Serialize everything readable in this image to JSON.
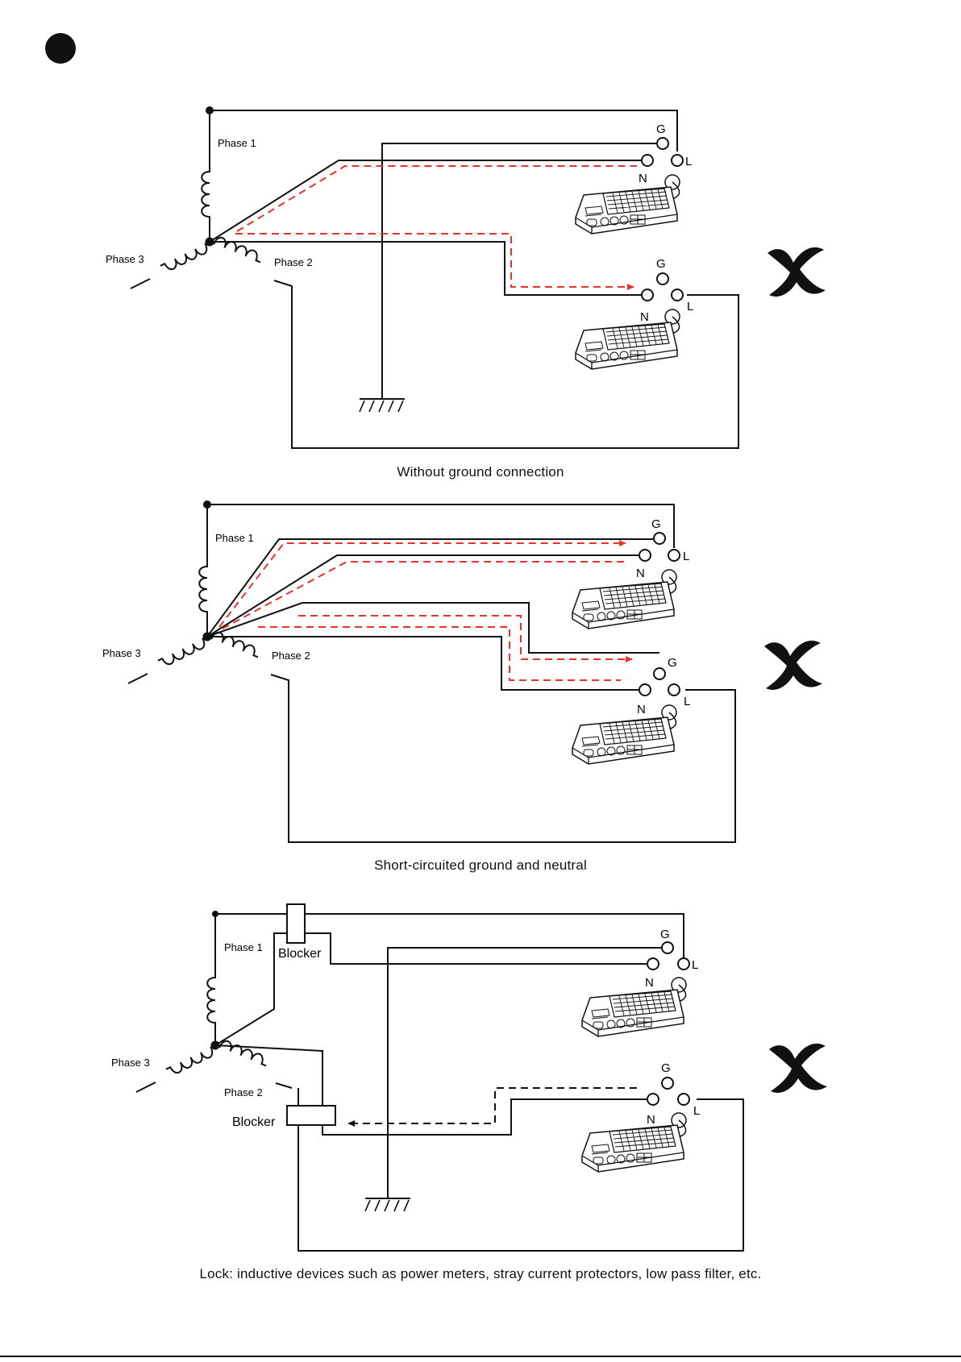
{
  "diagrams": [
    {
      "caption": "Without ground connection",
      "phase_labels": [
        "Phase 1",
        "Phase 2",
        "Phase 3"
      ],
      "socket_labels": {
        "ground": "G",
        "neutral": "N",
        "live": "L"
      },
      "status": "cross-mark-icon"
    },
    {
      "caption": "Short-circuited ground and neutral",
      "phase_labels": [
        "Phase 1",
        "Phase 2",
        "Phase 3"
      ],
      "socket_labels": {
        "ground": "G",
        "neutral": "N",
        "live": "L"
      },
      "status": "cross-mark-icon"
    },
    {
      "caption": "Lock: inductive devices such as power meters, stray current protectors, low pass filter, etc.",
      "phase_labels": [
        "Phase 1",
        "Phase 2",
        "Phase 3"
      ],
      "socket_labels": {
        "ground": "G",
        "neutral": "N",
        "live": "L"
      },
      "blocker_label": "Blocker",
      "status": "cross-mark-icon"
    }
  ],
  "colors": {
    "wire": "#111111",
    "current_path": "#e8322d",
    "background": "#ffffff"
  },
  "icons": [
    "bullet-icon",
    "coil-icon",
    "ground-symbol-icon",
    "keypad-device-icon",
    "cross-mark-icon"
  ]
}
